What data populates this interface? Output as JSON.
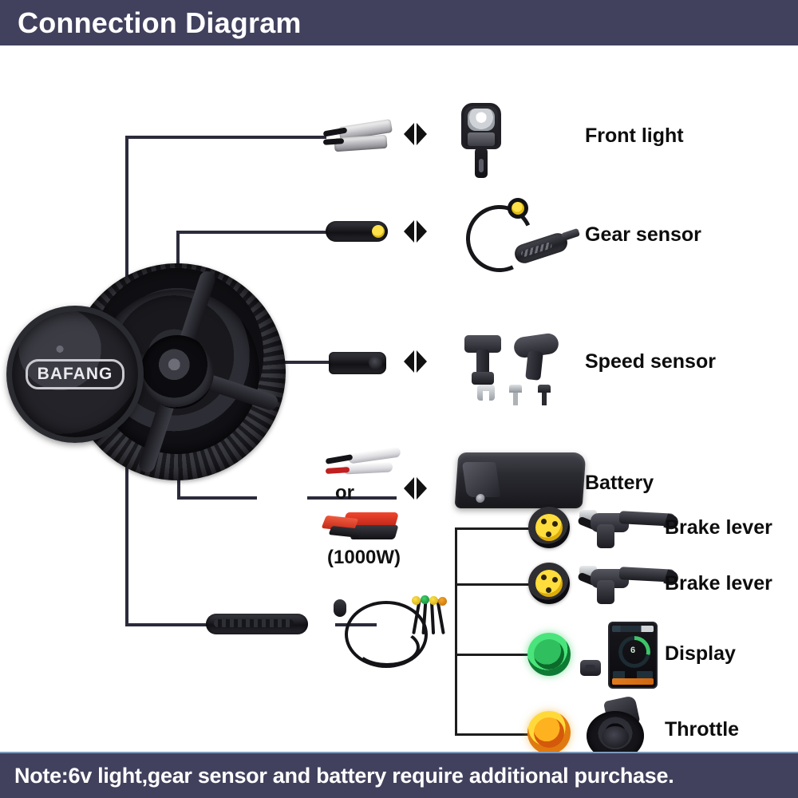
{
  "header": {
    "title": "Connection Diagram",
    "bar_color": "#41415e"
  },
  "footer": {
    "note": "Note:6v light,gear sensor and battery require additional purchase.",
    "bar_color": "#41415e",
    "accent_color": "#7f9bbf"
  },
  "motor": {
    "brand": "BAFANG",
    "name": "mid-drive-motor"
  },
  "annotations": {
    "or_label": "or",
    "power_label": "(1000W)"
  },
  "components": [
    {
      "id": "front-light",
      "label": "Front light",
      "connector": "silver-spade-pair",
      "connector_color": "#d7d7da"
    },
    {
      "id": "gear-sensor",
      "label": "Gear sensor",
      "connector": "black-yellow-round",
      "connector_color": "#ffe14a"
    },
    {
      "id": "speed-sensor",
      "label": "Speed sensor",
      "connector": "black-round",
      "connector_color": "#1c1c22"
    },
    {
      "id": "battery",
      "label": "Battery",
      "connector": "anderson-or-bullet",
      "connector_color": "#c02020"
    }
  ],
  "harness_components": [
    {
      "id": "brake-lever-1",
      "label": "Brake lever",
      "connector_color": "#f0c419"
    },
    {
      "id": "brake-lever-2",
      "label": "Brake lever",
      "connector_color": "#f0c419"
    },
    {
      "id": "display",
      "label": "Display",
      "connector_color": "#19a84a"
    },
    {
      "id": "throttle",
      "label": "Throttle",
      "connector_color": "#f5a300"
    }
  ],
  "display_readout": {
    "speed": "6"
  },
  "icons": {
    "arrow_pair": "connector-match-arrows"
  }
}
